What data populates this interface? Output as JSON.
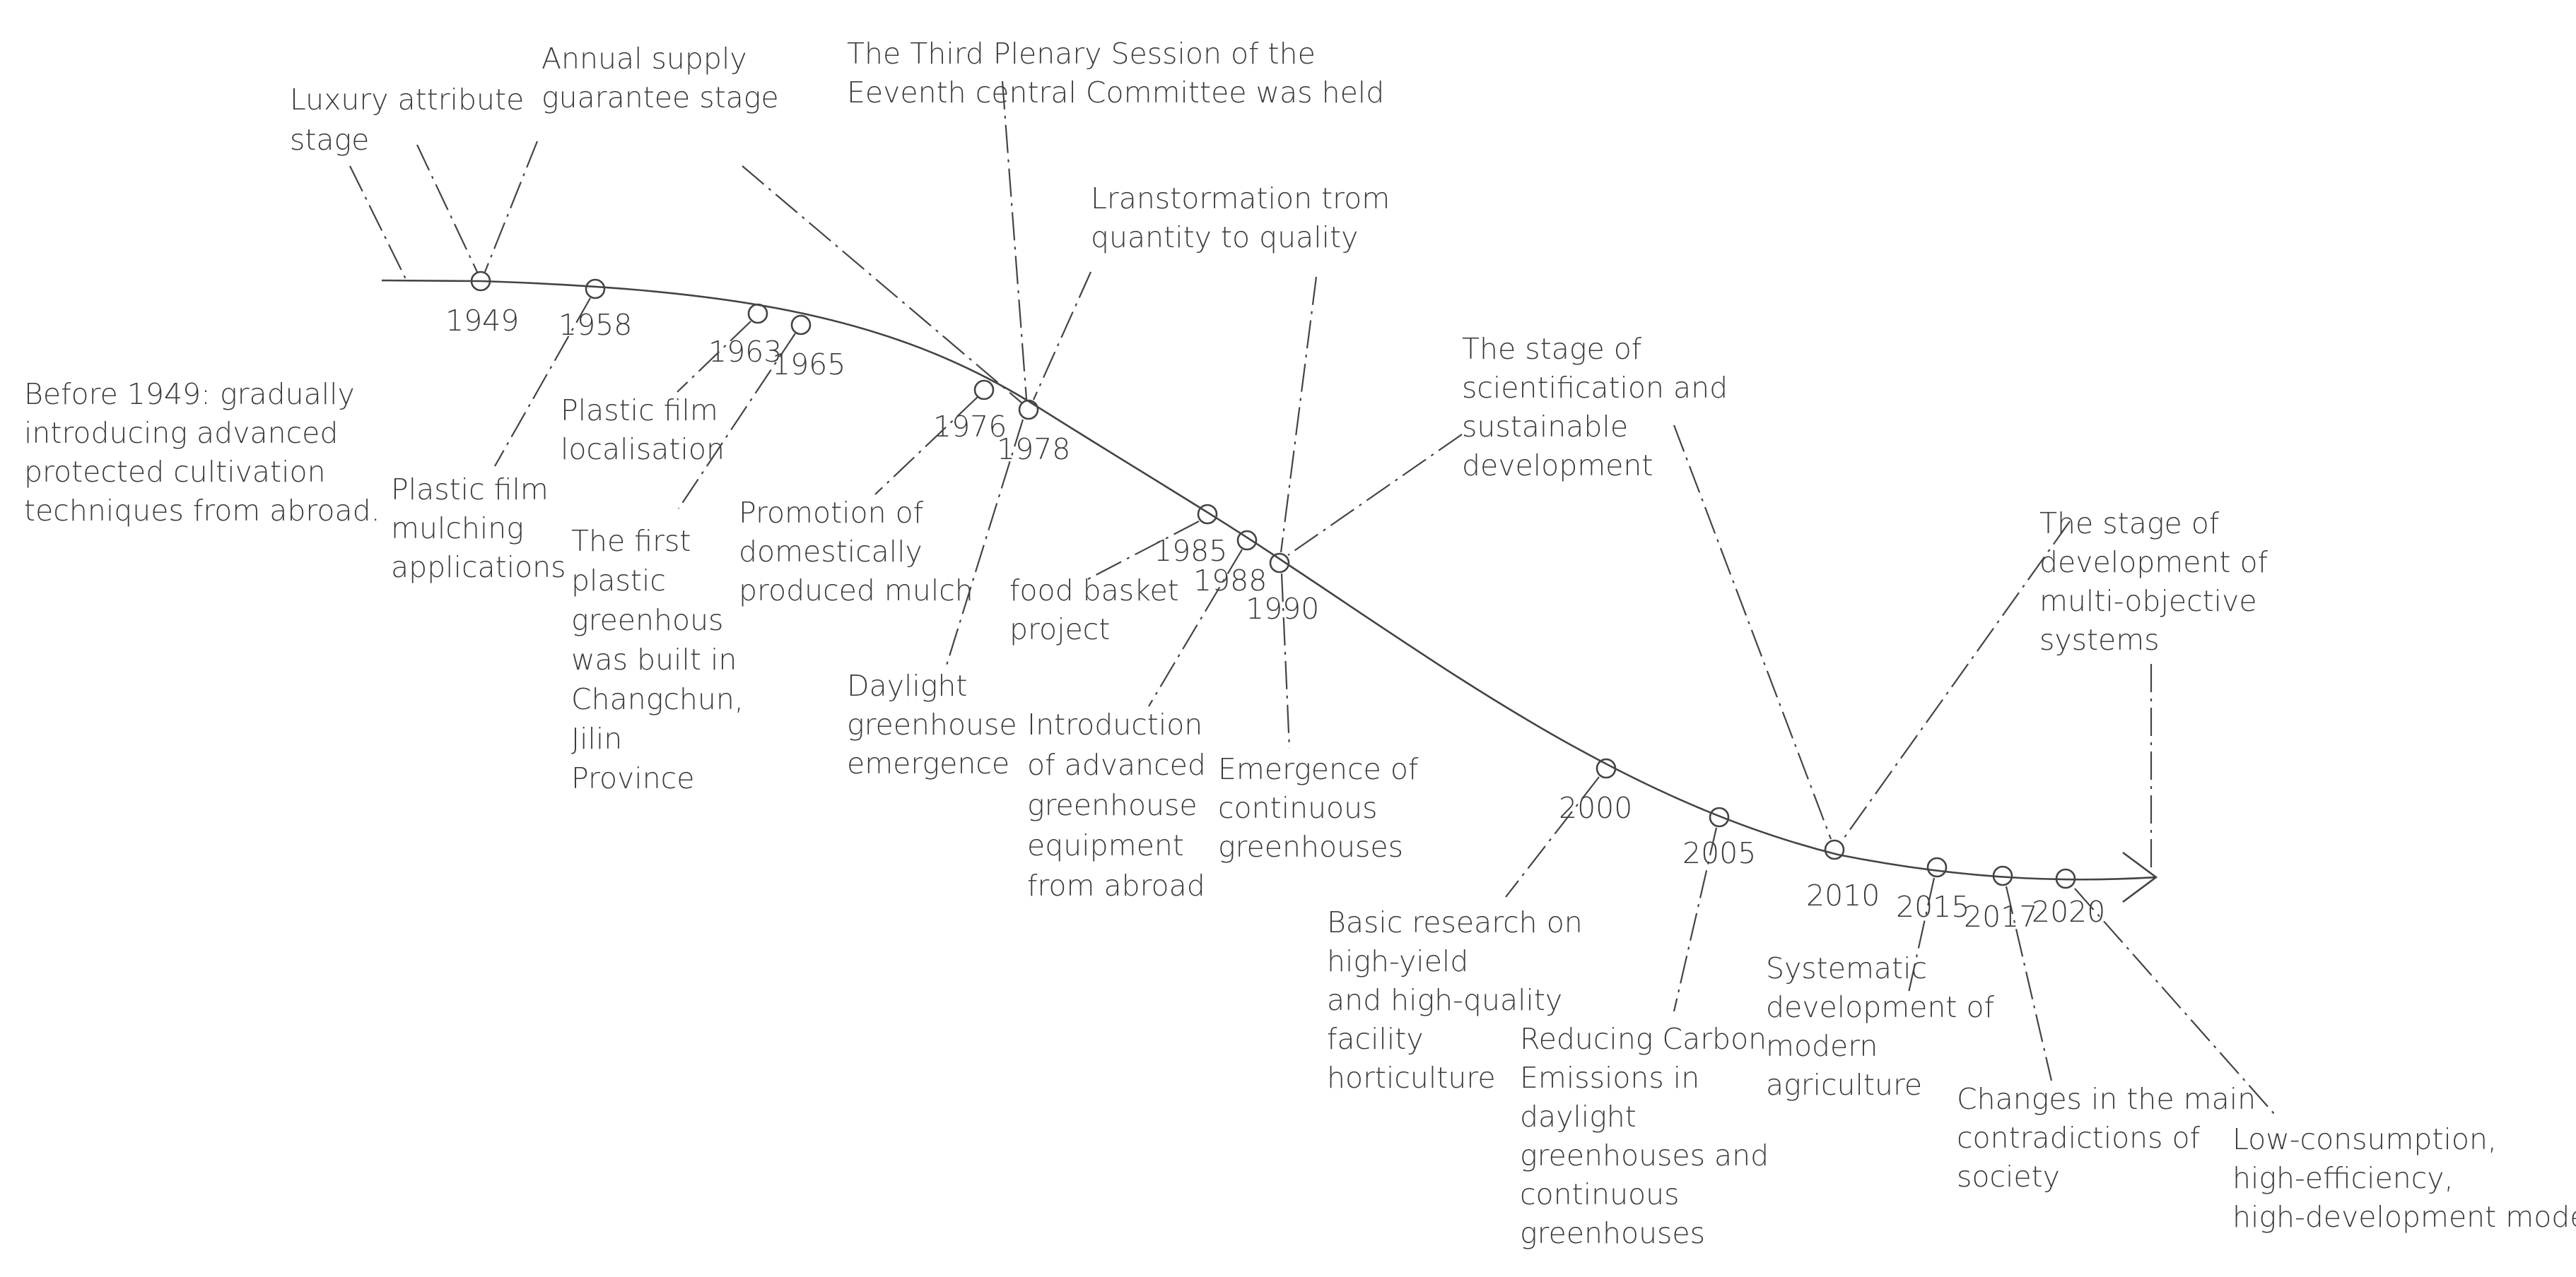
{
  "colors": {
    "ink": "#444444",
    "text": "#3c3c3c",
    "background": "#ffffff"
  },
  "years": [
    "1949",
    "1958",
    "1963",
    "1965",
    "1976",
    "1978",
    "1985",
    "1988",
    "1990",
    "2000",
    "2005",
    "2010",
    "2015",
    "2017",
    "2020"
  ],
  "labels": {
    "before_1949": [
      "Before 1949: gradually",
      "introducing advanced",
      "protected cultivation",
      "techniques from abroad."
    ],
    "luxury_stage": [
      "Luxury attribute",
      "stage"
    ],
    "annual_supply_stage": [
      "Annual supply",
      "guarantee stage"
    ],
    "third_plenary": [
      "The Third Plenary Session of the",
      "Eeventh central Committee was held"
    ],
    "transformation": [
      "Lranstormation trom",
      "quantity to quality"
    ],
    "scientification_stage": [
      "The stage of",
      "scientification and",
      "sustainable",
      "development"
    ],
    "multi_objective_stage": [
      "The stage of",
      "development of",
      "multi-objective",
      "systems"
    ],
    "film_mulching": [
      "Plastic film",
      "mulching",
      "applications"
    ],
    "film_localisation": [
      "Plastic film",
      "localisation"
    ],
    "first_greenhouse": [
      "The first",
      "plastic",
      "greenhous",
      "was built in",
      "Changchun,",
      "Jilin",
      "Province"
    ],
    "domestic_mulch": [
      "Promotion of",
      "domestically",
      "produced mulch"
    ],
    "daylight_greenhouse": [
      "Daylight",
      "greenhouse",
      "emergence"
    ],
    "food_basket": [
      "food basket",
      "project"
    ],
    "advanced_equipment": [
      "Introduction",
      "of advanced",
      "greenhouse",
      "equipment",
      "from abroad"
    ],
    "continuous_greenhouses": [
      "Emergence of",
      "continuous",
      "greenhouses"
    ],
    "basic_research": [
      "Basic research on",
      "high-yield",
      "and high-quality",
      "facility",
      "horticulture"
    ],
    "reducing_carbon": [
      "Reducing Carbon",
      "Emissions in",
      "daylight",
      "greenhouses and",
      "continuous",
      "greenhouses"
    ],
    "systematic_development": [
      "Systematic",
      "development of",
      "modern",
      "agriculture"
    ],
    "main_contradictions": [
      "Changes in the main",
      "contradictions of",
      "society"
    ],
    "low_consumption": [
      "Low-consumption,",
      "high-efficiency,",
      "high-development model"
    ]
  }
}
